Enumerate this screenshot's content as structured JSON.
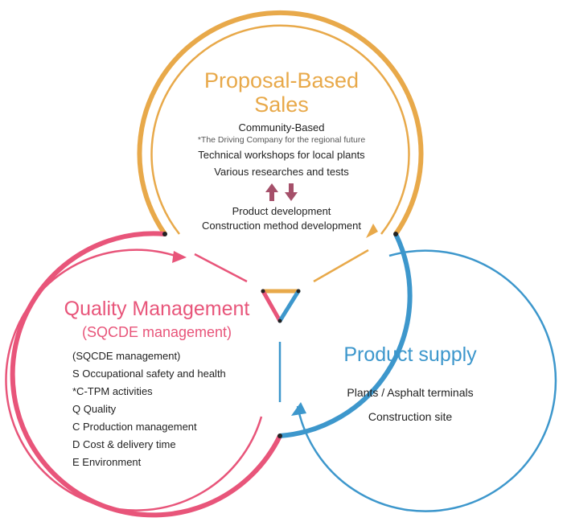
{
  "colors": {
    "orange": "#e8a94a",
    "pink": "#e8557a",
    "blue": "#3d97cc",
    "arrow": "#a5506a"
  },
  "top_circle": {
    "title_line1": "Proposal-Based",
    "title_line2": "Sales",
    "line1": "Community-Based",
    "line2": "*The Driving Company for the regional future",
    "line3": "Technical workshops for local plants",
    "line4": "Various researches and tests",
    "line5": "Product development",
    "line6": "Construction method development"
  },
  "left_circle": {
    "title": "Quality Management",
    "subtitle": "(SQCDE management)",
    "items": [
      "(SQCDE management)",
      "S Occupational safety and health",
      "*C-TPM activities",
      "Q Quality",
      "C Production management",
      "D Cost & delivery time",
      "E Environment"
    ]
  },
  "right_circle": {
    "title": "Product supply",
    "line1": "Plants / Asphalt terminals",
    "line2": "Construction site"
  }
}
